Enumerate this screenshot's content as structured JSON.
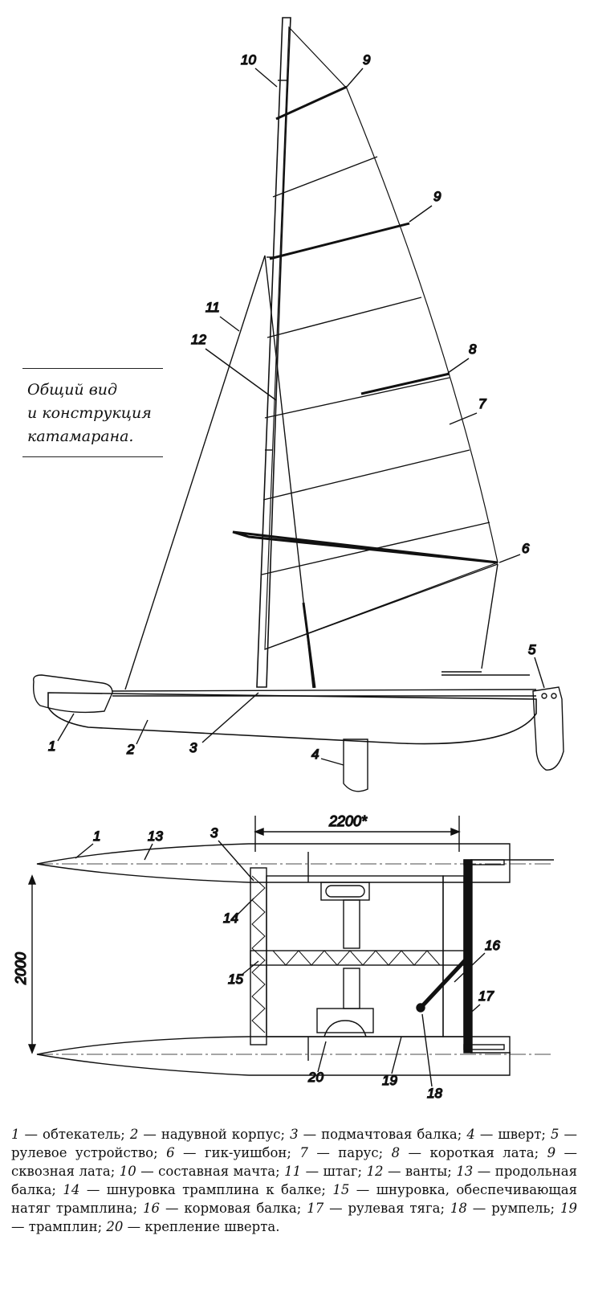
{
  "caption": {
    "line1": "Общий вид",
    "line2": "и конструкция",
    "line3": "катамарана."
  },
  "side_labels": [
    "10",
    "9",
    "9",
    "8",
    "7",
    "11",
    "12",
    "6",
    "5",
    "1",
    "2",
    "3",
    "4"
  ],
  "plan_labels": [
    "1",
    "13",
    "3",
    "14",
    "15",
    "16",
    "17",
    "20",
    "19",
    "18"
  ],
  "dimensions": {
    "width": "2200*",
    "height": "2000"
  },
  "legend": [
    {
      "n": "1",
      "t": "обтекатель"
    },
    {
      "n": "2",
      "t": "надувной корпус"
    },
    {
      "n": "3",
      "t": "подмачтовая балка"
    },
    {
      "n": "4",
      "t": "шверт"
    },
    {
      "n": "5",
      "t": "рулевое устройство"
    },
    {
      "n": "6",
      "t": "гик-уишбон"
    },
    {
      "n": "7",
      "t": "парус"
    },
    {
      "n": "8",
      "t": "короткая лата"
    },
    {
      "n": "9",
      "t": "сквозная лата"
    },
    {
      "n": "10",
      "t": "составная мачта"
    },
    {
      "n": "11",
      "t": "штаг"
    },
    {
      "n": "12",
      "t": "ванты"
    },
    {
      "n": "13",
      "t": "продольная балка"
    },
    {
      "n": "14",
      "t": "шнуровка трамплина к балке"
    },
    {
      "n": "15",
      "t": "шнуровка, обеспечивающая натяг трамплина"
    },
    {
      "n": "16",
      "t": "кормовая балка"
    },
    {
      "n": "17",
      "t": "рулевая тяга"
    },
    {
      "n": "18",
      "t": "румпель"
    },
    {
      "n": "19",
      "t": "трамплин"
    },
    {
      "n": "20",
      "t": "крепление шверта"
    }
  ]
}
